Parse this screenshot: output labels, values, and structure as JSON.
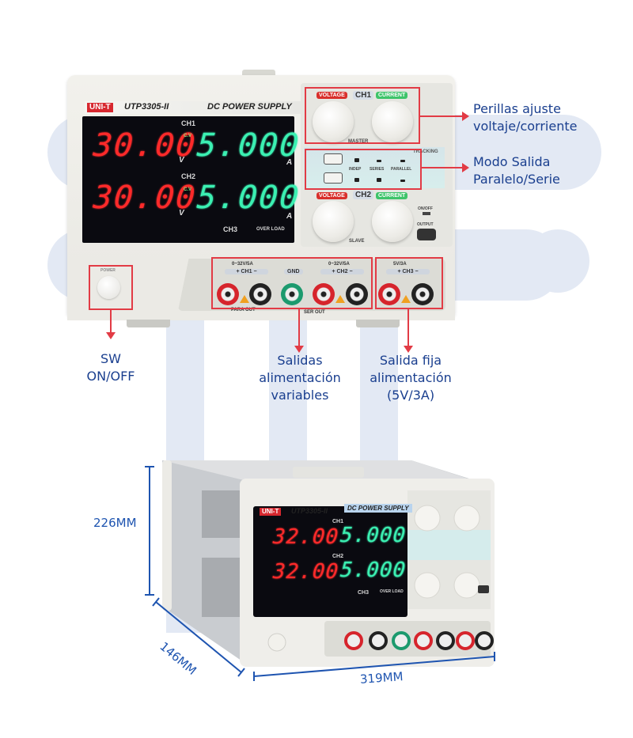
{
  "device": {
    "brand": "UNI-T",
    "model": "UTP3305-II",
    "type_label": "DC POWER SUPPLY",
    "display": {
      "ch1_label": "CH1",
      "ch2_label": "CH2",
      "ch3_label": "CH3",
      "overload_label": "OVER LOAD",
      "cv_label": "C.V",
      "ch1_voltage": "30.00",
      "ch1_current": "5.000",
      "ch2_voltage": "30.00",
      "ch2_current": "5.000",
      "volt_unit": "V",
      "amp_unit": "A"
    },
    "controls": {
      "voltage_tag": "VOLTAGE",
      "current_tag": "CURRENT",
      "ch1": "CH1",
      "ch2": "CH2",
      "master": "MASTER",
      "slave": "SLAVE",
      "tracking": "TRACKING",
      "modes": [
        "INDEP",
        "SERIES",
        "PARALLEL"
      ],
      "on_off": "ON/OFF",
      "output": "OUTPUT"
    },
    "terminals": {
      "ch1_range": "0~32V/5A",
      "ch2_range": "0~32V/5A",
      "ch3_range": "5V/3A",
      "ch1": "CH1",
      "ch2": "CH2",
      "ch3": "CH3",
      "gnd": "GND",
      "plus": "+",
      "minus": "−",
      "para_out": "PARA OUT",
      "ser_out": "SER OUT"
    },
    "power_label": "POWER"
  },
  "callouts": {
    "knobs": "Perillas ajuste\nvoltaje/corriente",
    "knobs_line1": "Perillas ajuste",
    "knobs_line2": "voltaje/corriente",
    "mode_line1": "Modo Salida",
    "mode_line2": "Paralelo/Serie",
    "sw_line1": "SW",
    "sw_line2": "ON/OFF",
    "var_line1": "Salidas",
    "var_line2": "alimentación",
    "var_line3": "variables",
    "fixed_line1": "Salida fija",
    "fixed_line2": "alimentación",
    "fixed_line3": "(5V/3A)"
  },
  "device2": {
    "brand": "UNI-T",
    "model": "UTP3305-II",
    "type_label": "DC POWER SUPPLY",
    "ch1_voltage": "32.00",
    "ch1_current": "5.000",
    "ch2_voltage": "32.00",
    "ch2_current": "5.000",
    "ch1_label": "CH1",
    "ch2_label": "CH2",
    "ch3_label": "CH3",
    "overload_label": "OVER LOAD"
  },
  "dimensions": {
    "height": "226MM",
    "depth": "146MM",
    "width": "319MM"
  },
  "colors": {
    "callout_text": "#1a3f8f",
    "highlight": "#e23b45",
    "dimension": "#1e54b0"
  }
}
